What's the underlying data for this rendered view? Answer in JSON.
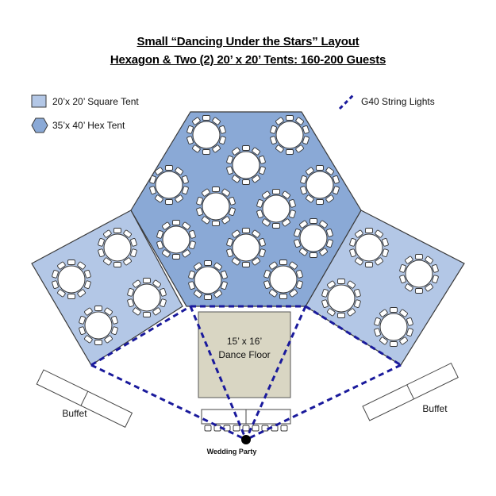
{
  "title": {
    "line1": "Small “Dancing Under the Stars” Layout",
    "line2": "Hexagon & Two (2) 20’ x 20’ Tents:  160-200 Guests"
  },
  "legend": {
    "square_tent": "20’x 20’ Square Tent",
    "hex_tent": "35’x 40’ Hex Tent",
    "string_lights": "G40 String Lights"
  },
  "dance_floor": {
    "line1": "15’ x 16’",
    "line2": "Dance Floor"
  },
  "buffet_left": "Buffet",
  "buffet_right": "Buffet",
  "wedding_party": "Wedding Party",
  "colors": {
    "hex_tent": "#8aa9d6",
    "square_tent": "#b3c7e6",
    "dance_floor": "#d9d6c3",
    "string_lights": "#1a1a9c",
    "outline": "#3a3a3a"
  }
}
